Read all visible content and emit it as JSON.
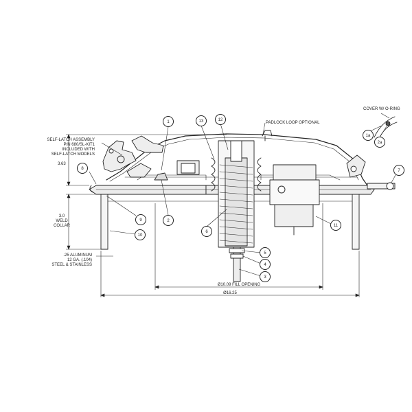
{
  "notes": {
    "cover_variant": "COVER W/ O-RING",
    "self_latch": [
      "SELF-LATCH ASSEMBLY",
      "P/N 680/SL-KIT1",
      "INCLUDED WITH",
      "SELF-LATCH MODELS"
    ],
    "padlock": "PADLOCK LOOP OPTIONAL"
  },
  "dimensions": {
    "height": "3.63",
    "collar": [
      "3.0",
      "WELD",
      "COLLAR"
    ],
    "material": [
      ".25 ALUMINUM",
      "12 GA. (.104)",
      "STEEL & STAINLESS"
    ],
    "fill_opening": "Ø10.09 FILL OPENING",
    "overall": "Ø16.25"
  },
  "callouts": {
    "c1": "1",
    "c2": "2",
    "c3": "3",
    "c4": "4",
    "c5": "5",
    "c6": "6",
    "c7": "7",
    "c8": "8",
    "c9": "9",
    "c10": "10",
    "c11": "11",
    "c12": "12",
    "c13": "13",
    "c1a": "1a",
    "c2a": "2a"
  }
}
